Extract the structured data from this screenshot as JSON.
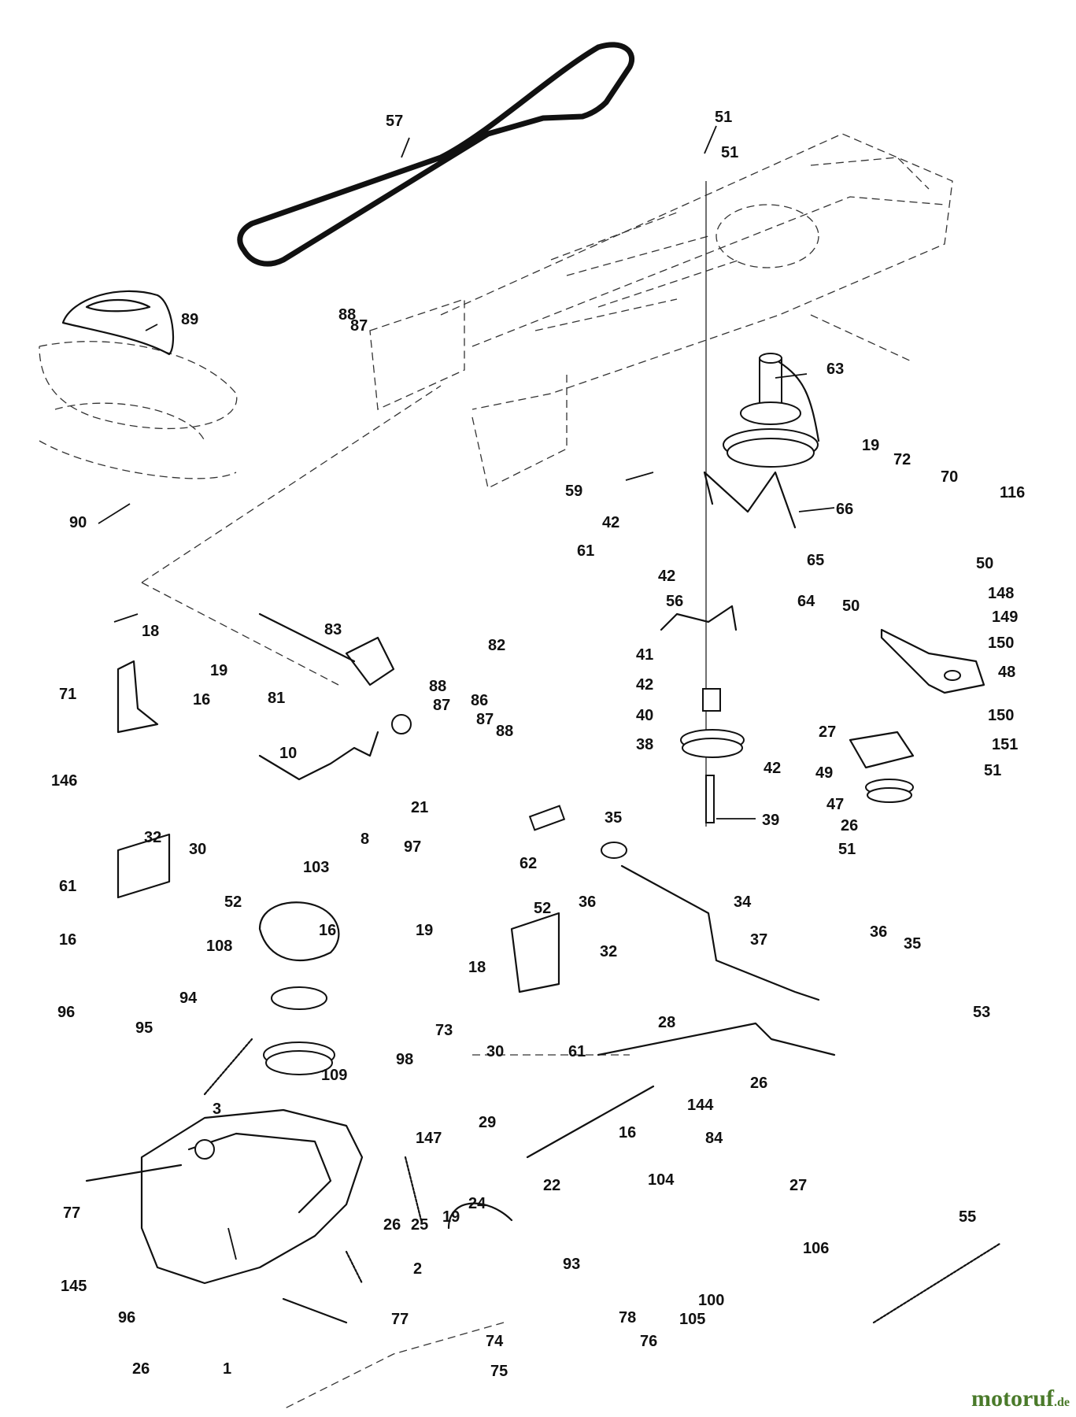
{
  "callouts": [
    "57",
    "51",
    "51",
    "88",
    "87",
    "89",
    "63",
    "19",
    "72",
    "70",
    "116",
    "90",
    "59",
    "66",
    "42",
    "61",
    "42",
    "65",
    "56",
    "64",
    "50",
    "50",
    "148",
    "149",
    "150",
    "83",
    "82",
    "18",
    "19",
    "71",
    "16",
    "81",
    "88",
    "87",
    "86",
    "87",
    "88",
    "41",
    "42",
    "40",
    "48",
    "150",
    "27",
    "151",
    "38",
    "42",
    "51",
    "146",
    "10",
    "21",
    "8",
    "49",
    "47",
    "26",
    "39",
    "51",
    "32",
    "30",
    "97",
    "62",
    "35",
    "61",
    "52",
    "103",
    "36",
    "34",
    "16",
    "16",
    "108",
    "19",
    "18",
    "52",
    "32",
    "37",
    "36",
    "35",
    "94",
    "73",
    "30",
    "61",
    "96",
    "95",
    "98",
    "109",
    "28",
    "53",
    "26",
    "3",
    "29",
    "147",
    "16",
    "144",
    "84",
    "22",
    "104",
    "27",
    "77",
    "25",
    "19",
    "24",
    "26",
    "55",
    "106",
    "2",
    "93",
    "145",
    "105",
    "100",
    "96",
    "77",
    "74",
    "78",
    "75",
    "76",
    "26",
    "1"
  ],
  "watermark": {
    "brand": "motoruf",
    "tld": ".de"
  }
}
